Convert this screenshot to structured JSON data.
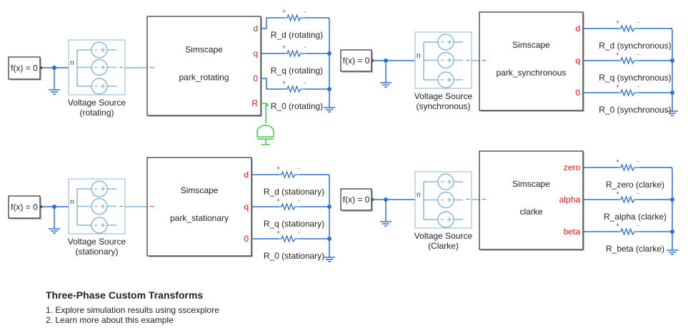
{
  "colors": {
    "wire": "#2f6fd1",
    "source_wire": "#89b7d6",
    "port_label": "#e8141c",
    "ref_wire": "#3ec94a",
    "block_border": "#000000"
  },
  "groups": [
    {
      "id": "rotating",
      "solver": {
        "label": "f(x) = 0"
      },
      "source": {
        "name_line1": "Voltage Source",
        "name_line2": "(rotating)",
        "neutral_label": "n"
      },
      "subsystem": {
        "line1": "Simscape",
        "line2": "park_rotating",
        "input_port": "~"
      },
      "ports": [
        "d",
        "q",
        "0",
        "R"
      ],
      "resistors": [
        "R_d (rotating)",
        "R_q (rotating)",
        "R_0 (rotating)"
      ],
      "has_reference": true
    },
    {
      "id": "synchronous",
      "solver": {
        "label": "f(x) = 0"
      },
      "source": {
        "name_line1": "Voltage Source",
        "name_line2": "(synchronous)",
        "neutral_label": "n"
      },
      "subsystem": {
        "line1": "Simscape",
        "line2": "park_synchronous",
        "input_port": "~"
      },
      "ports": [
        "d",
        "q",
        "0"
      ],
      "resistors": [
        "R_d (synchronous)",
        "R_q (synchronous)",
        "R_0 (synchronous)"
      ],
      "has_reference": false
    },
    {
      "id": "stationary",
      "solver": {
        "label": "f(x) = 0"
      },
      "source": {
        "name_line1": "Voltage Source",
        "name_line2": "(stationary)",
        "neutral_label": "n"
      },
      "subsystem": {
        "line1": "Simscape",
        "line2": "park_stationary",
        "input_port": "~"
      },
      "ports": [
        "d",
        "q",
        "0"
      ],
      "resistors": [
        "R_d (stationary)",
        "R_q (stationary)",
        "R_0 (stationary)"
      ],
      "has_reference": false
    },
    {
      "id": "clarke",
      "solver": {
        "label": "f(x) = 0"
      },
      "source": {
        "name_line1": "Voltage Source",
        "name_line2": "(Clarke)",
        "neutral_label": "n"
      },
      "subsystem": {
        "line1": "Simscape",
        "line2": "clarke",
        "input_port": "~"
      },
      "ports": [
        "zero",
        "alpha",
        "beta"
      ],
      "resistors": [
        "R_zero (clarke)",
        "R_alpha (clarke)",
        "R_beta (clarke)"
      ],
      "has_reference": false
    }
  ],
  "resistor_polarity": {
    "plus": "+",
    "minus": "-"
  },
  "annotation": {
    "title": "Three-Phase Custom Transforms",
    "links": [
      "1. Explore simulation results using sscexplore",
      "2. Learn more about this example"
    ]
  }
}
